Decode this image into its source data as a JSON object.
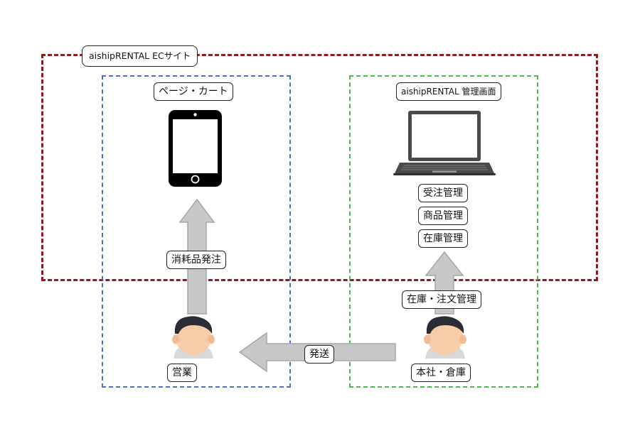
{
  "frames": {
    "ec_site_title": "aishipRENTAL ECサイト",
    "left_panel_title": "ページ・カート",
    "right_panel_title": "aishipRENTAL 管理画面"
  },
  "admin_functions": [
    "受注管理",
    "商品管理",
    "在庫管理"
  ],
  "arrows": {
    "consumables_order": "消耗品発注",
    "stock_order_management": "在庫・注文管理",
    "shipping": "発送"
  },
  "actors": {
    "sales": "営業",
    "headquarters_warehouse": "本社・倉庫"
  },
  "colors": {
    "ec_frame": "#8e1b1f",
    "left_frame": "#4a72c0",
    "right_frame": "#4cb84c",
    "arrow_fill": "#c8c8c8",
    "arrow_stroke": "#a6a6a6"
  }
}
